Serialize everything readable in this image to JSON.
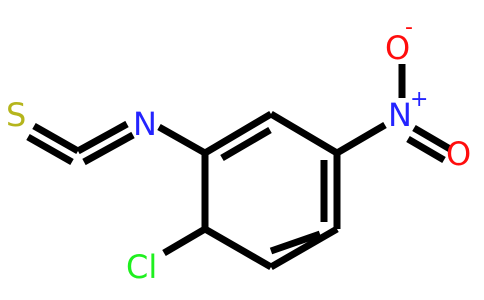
{
  "molecule": {
    "atoms": {
      "sulfur": "S",
      "nitrogen_isothiocyanate": "N",
      "nitrogen_nitro": "N",
      "nitro_plus": "+",
      "oxygen_top": "O",
      "oxygen_top_minus": "-",
      "oxygen_right": "O",
      "chlorine": "Cl"
    },
    "colors": {
      "bond": "#000000",
      "sulfur": "#b5b51c",
      "nitrogen": "#2424ff",
      "oxygen": "#ff0d0d",
      "chlorine": "#1ff01f"
    }
  }
}
